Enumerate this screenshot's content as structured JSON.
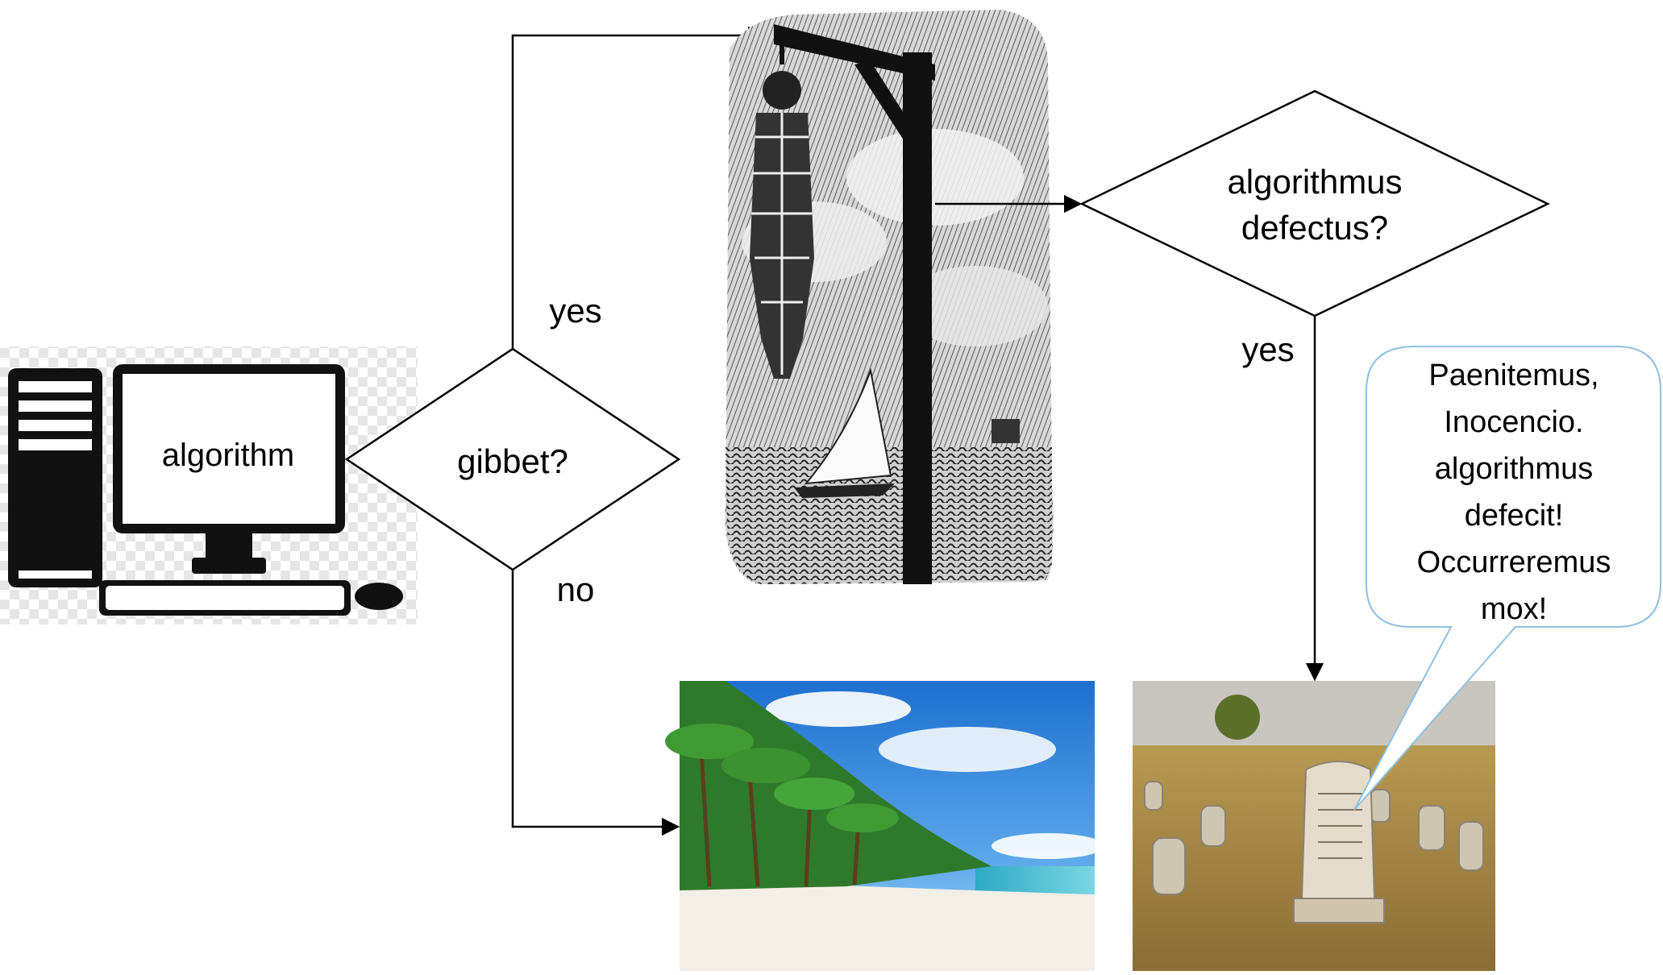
{
  "diagram": {
    "computer_label": "algorithm",
    "decision_1": "gibbet?",
    "yes_label_1": "yes",
    "no_label_1": "no",
    "decision_2_line_1": "algorithmus",
    "decision_2_line_2": "defectus?",
    "yes_label_2": "yes",
    "speech_bubble": {
      "lines": [
        "Paenitemus,",
        "Inocencio.",
        "algorithmus",
        "defecit!",
        "Occurreremus",
        "mox!"
      ]
    }
  },
  "images": {
    "gibbet_engraving_icon": "hanged-man-gibbet-engraving",
    "beach_photo_icon": "tropical-beach-palm-trees",
    "graveyard_photo_icon": "old-cemetery-gravestones",
    "computer_icon": "desktop-computer-icon"
  }
}
